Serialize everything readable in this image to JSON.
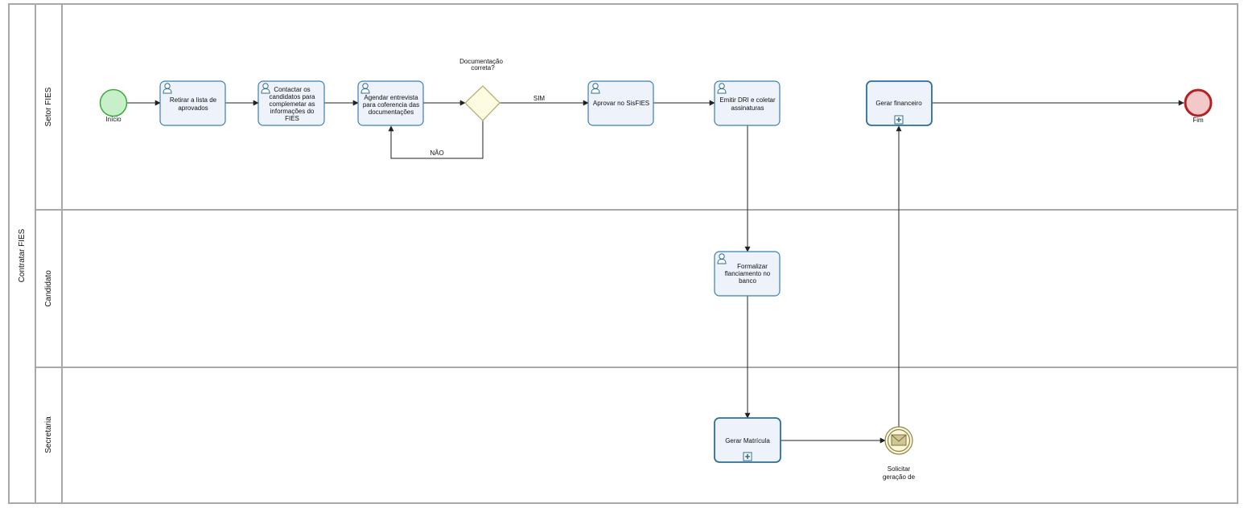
{
  "pool": {
    "label": "Contratar FIES"
  },
  "lanes": [
    {
      "id": "setor",
      "label": "Setor FIES"
    },
    {
      "id": "candidato",
      "label": "Candidato"
    },
    {
      "id": "secretaria",
      "label": "Secretaria"
    }
  ],
  "events": {
    "start": {
      "label": "Início"
    },
    "end": {
      "label": "Fim"
    },
    "message": {
      "lines": [
        "Solicitar",
        "geração de"
      ]
    }
  },
  "gateway": {
    "lines": [
      "Documentação",
      "correta?"
    ]
  },
  "tasks": {
    "retirar": {
      "lines": [
        "Retirar a lista de",
        "aprovados"
      ]
    },
    "contactar": {
      "lines": [
        "Contactar os",
        "candidatos para",
        "complemetar as",
        "informações do",
        "FIES"
      ]
    },
    "agendar": {
      "lines": [
        "Agendar entrevista",
        "para coferencia das",
        "documentações"
      ]
    },
    "aprovar": {
      "lines": [
        "Aprovar no SisFIES"
      ]
    },
    "emitir": {
      "lines": [
        "Emitir DRI e coletar",
        "assinaturas"
      ]
    },
    "gerar_financeiro": {
      "lines": [
        "Gerar financeiro"
      ]
    },
    "formalizar": {
      "lines": [
        "Formalizar",
        "flanciamento no",
        "banco"
      ]
    },
    "gerar_matricula": {
      "lines": [
        "Gerar Matrícula"
      ]
    }
  },
  "flows": {
    "sim": "SIM",
    "nao": "NÃO"
  },
  "colors": {
    "lane_border": "#a8a8a8",
    "task_fill": "#eef2fb",
    "task_stroke": "#3c7fb1",
    "start_fill": "#c8f0c8",
    "start_stroke": "#3aaa3a",
    "end_fill": "#f2c8c8",
    "end_stroke": "#b22222",
    "gateway_fill": "#fdfbe2",
    "gateway_stroke": "#b3a86a",
    "message_fill": "#fbf7d6",
    "message_stroke": "#8c8450"
  }
}
